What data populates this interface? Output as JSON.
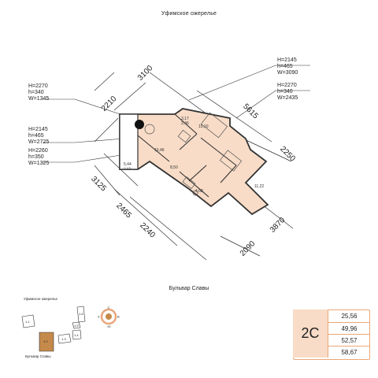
{
  "header": {
    "street_top": "Уфимское ожерелье",
    "street_middle": "Бульвар Славы"
  },
  "openings": [
    {
      "H": "H=2270",
      "h": "h=340",
      "W": "W=1345"
    },
    {
      "H": "H=2145",
      "h": "h=465",
      "W": "W=2725"
    },
    {
      "H": "H=2260",
      "h": "h=350",
      "W": "W=1325"
    },
    {
      "H": "H=2145",
      "h": "h=465",
      "W": "W=3090"
    },
    {
      "H": "H=2270",
      "h": "h=340",
      "W": "W=2435"
    }
  ],
  "dimensions": [
    "3100",
    "2210",
    "5615",
    "2250",
    "3125",
    "2465",
    "2240",
    "3870",
    "2090"
  ],
  "rooms": [
    "10,46",
    "3,17",
    "2,46",
    "15,10",
    "5,44",
    "8,50",
    "4,68",
    "11,22"
  ],
  "balcony_note": "(1,63)",
  "site_plan": {
    "street_top": "Уфимское ожерелье",
    "street_bottom": "Бульвар Славы",
    "buildings": [
      "1.1",
      "1.6",
      "1.5",
      "1.4",
      "1.3",
      "1.2"
    ],
    "compass": {
      "north": "С",
      "south": "Ю",
      "west": "З",
      "east": "В"
    }
  },
  "apartment": {
    "code": "2С",
    "areas": [
      "25,56",
      "49,96",
      "52,57",
      "58,67"
    ]
  },
  "colors": {
    "accent": "#e9a77a",
    "fill": "#f8dcc7",
    "highlight": "#c58a4b",
    "line": "#333333"
  }
}
